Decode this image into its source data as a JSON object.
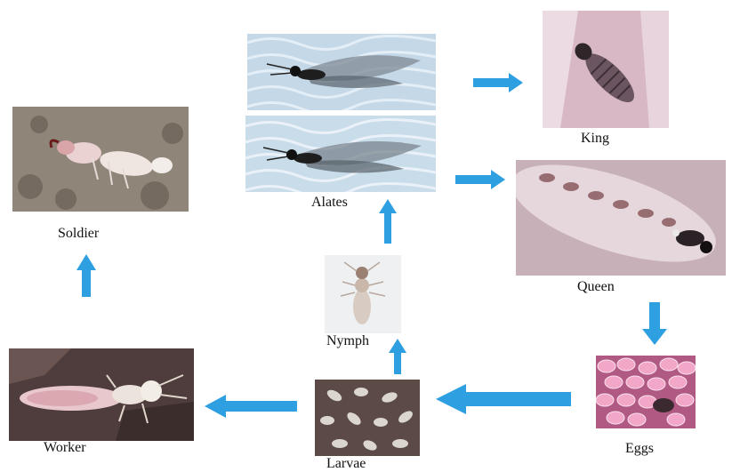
{
  "stages": {
    "alates": "Alates",
    "king": "King",
    "queen": "Queen",
    "eggs": "Eggs",
    "larvae": "Larvae",
    "nymph": "Nymph",
    "worker": "Worker",
    "soldier": "Soldier"
  },
  "colors": {
    "arrow": "#2e9fe0",
    "alate_bg": "#c9dcea",
    "soil": "#6e5a4e",
    "eggs": "#e890b4",
    "queen_bg": "#c9b5bd"
  }
}
